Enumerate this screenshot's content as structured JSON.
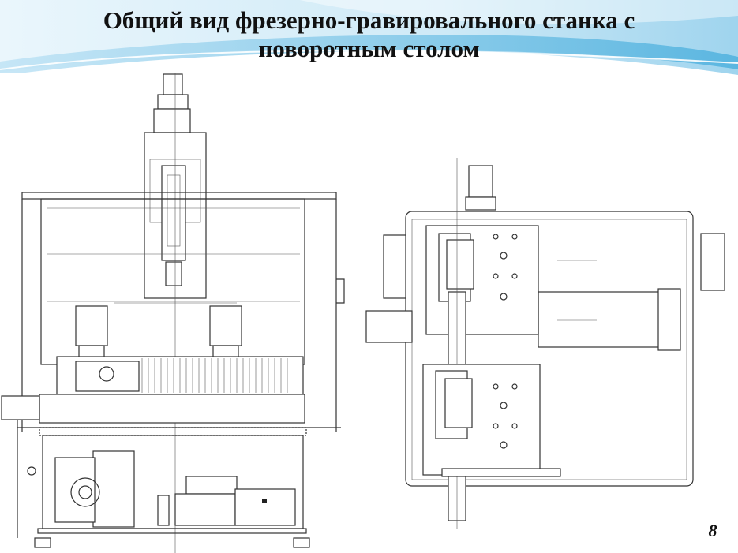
{
  "slide": {
    "title_line1": "Общий вид фрезерно-гравировального станка с",
    "title_line2": "поворотным столом",
    "page_number": "8"
  },
  "colors": {
    "header_wave_light": "#d7eef9",
    "header_wave_mid": "#8ecdea",
    "header_wave_dark": "#3aa6d6",
    "drawing_line": "#333333"
  },
  "figures": {
    "front_view": "technical-drawing-front-view",
    "top_view": "technical-drawing-top-view"
  }
}
